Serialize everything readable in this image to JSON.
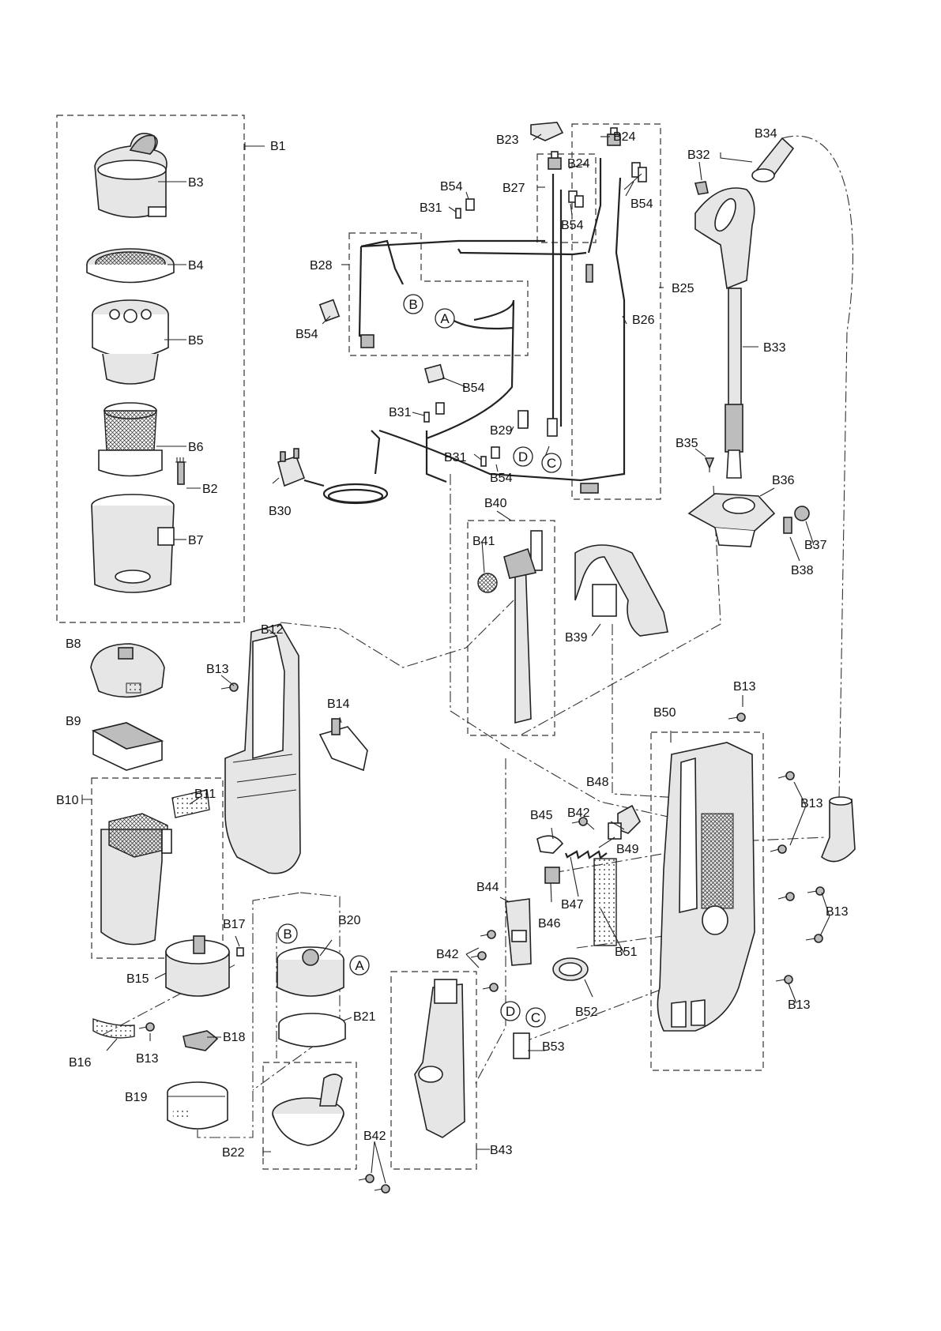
{
  "diagram": {
    "part_labels": {
      "B1": "B1",
      "B2": "B2",
      "B3": "B3",
      "B4": "B4",
      "B5": "B5",
      "B6": "B6",
      "B7": "B7",
      "B8": "B8",
      "B9": "B9",
      "B10": "B10",
      "B11": "B11",
      "B12": "B12",
      "B13a": "B13",
      "B13b": "B13",
      "B13c": "B13",
      "B13d": "B13",
      "B13e": "B13",
      "B13f": "B13",
      "B14": "B14",
      "B15": "B15",
      "B16": "B16",
      "B17": "B17",
      "B18": "B18",
      "B19": "B19",
      "B20": "B20",
      "B21": "B21",
      "B22": "B22",
      "B23": "B23",
      "B24a": "B24",
      "B24b": "B24",
      "B25": "B25",
      "B26": "B26",
      "B27": "B27",
      "B28": "B28",
      "B29": "B29",
      "B30": "B30",
      "B31a": "B31",
      "B31b": "B31",
      "B31c": "B31",
      "B32": "B32",
      "B33": "B33",
      "B34": "B34",
      "B35": "B35",
      "B36": "B36",
      "B37": "B37",
      "B38": "B38",
      "B39": "B39",
      "B40": "B40",
      "B41": "B41",
      "B42a": "B42",
      "B42b": "B42",
      "B42c": "B42",
      "B43": "B43",
      "B44": "B44",
      "B45": "B45",
      "B46": "B46",
      "B47": "B47",
      "B48": "B48",
      "B49": "B49",
      "B50": "B50",
      "B51": "B51",
      "B52": "B52",
      "B53": "B53",
      "B54a": "B54",
      "B54b": "B54",
      "B54c": "B54",
      "B54d": "B54",
      "B54e": "B54",
      "B54f": "B54"
    },
    "connectors": {
      "A1": "A",
      "A2": "A",
      "B1": "B",
      "B2": "B",
      "C1": "C",
      "C2": "C",
      "D1": "D",
      "D2": "D"
    }
  }
}
